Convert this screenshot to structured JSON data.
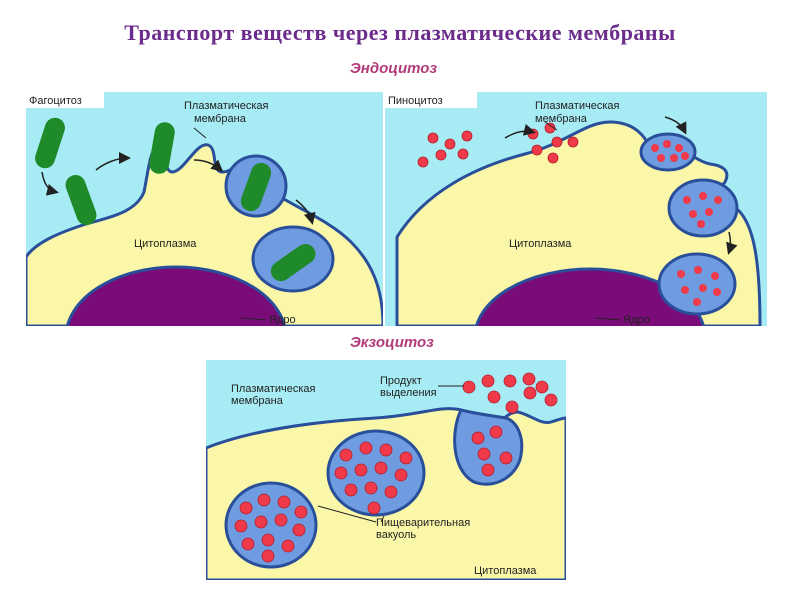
{
  "title": "Транспорт веществ через плазматические мембраны",
  "sections": {
    "endocytosis": "Эндоцитоз",
    "exocytosis": "Экзоцитоз"
  },
  "phagocytosis": {
    "heading": "Фагоцитоз",
    "membrane_line1": "Плазматическая",
    "membrane_line2": "мембрана",
    "cytoplasm": "Цитоплазма",
    "nucleus": "Ядро"
  },
  "pinocytosis": {
    "heading": "Пиноцитоз",
    "membrane_line1": "Плазматическая",
    "membrane_line2": "мембрана",
    "cytoplasm": "Цитоплазма",
    "nucleus": "Ядро"
  },
  "exocytosis_panel": {
    "membrane_line1": "Плазматическая",
    "membrane_line2": "мембрана",
    "product_line1": "Продукт",
    "product_line2": "выделения",
    "vacuole_line1": "Пищеварительная",
    "vacuole_line2": "вакуоль",
    "cytoplasm": "Цитоплазма"
  },
  "colors": {
    "title": "#6b2c8c",
    "section": "#b23a7a",
    "background_fluid": "#a7ecf4",
    "cytoplasm": "#fbf7a8",
    "membrane": "#2a4f9a",
    "nucleus": "#7a0c7a",
    "vesicle_fill": "#6f9be0",
    "particle": "#ef3a4a",
    "bacterium": "#1f8a2a"
  }
}
